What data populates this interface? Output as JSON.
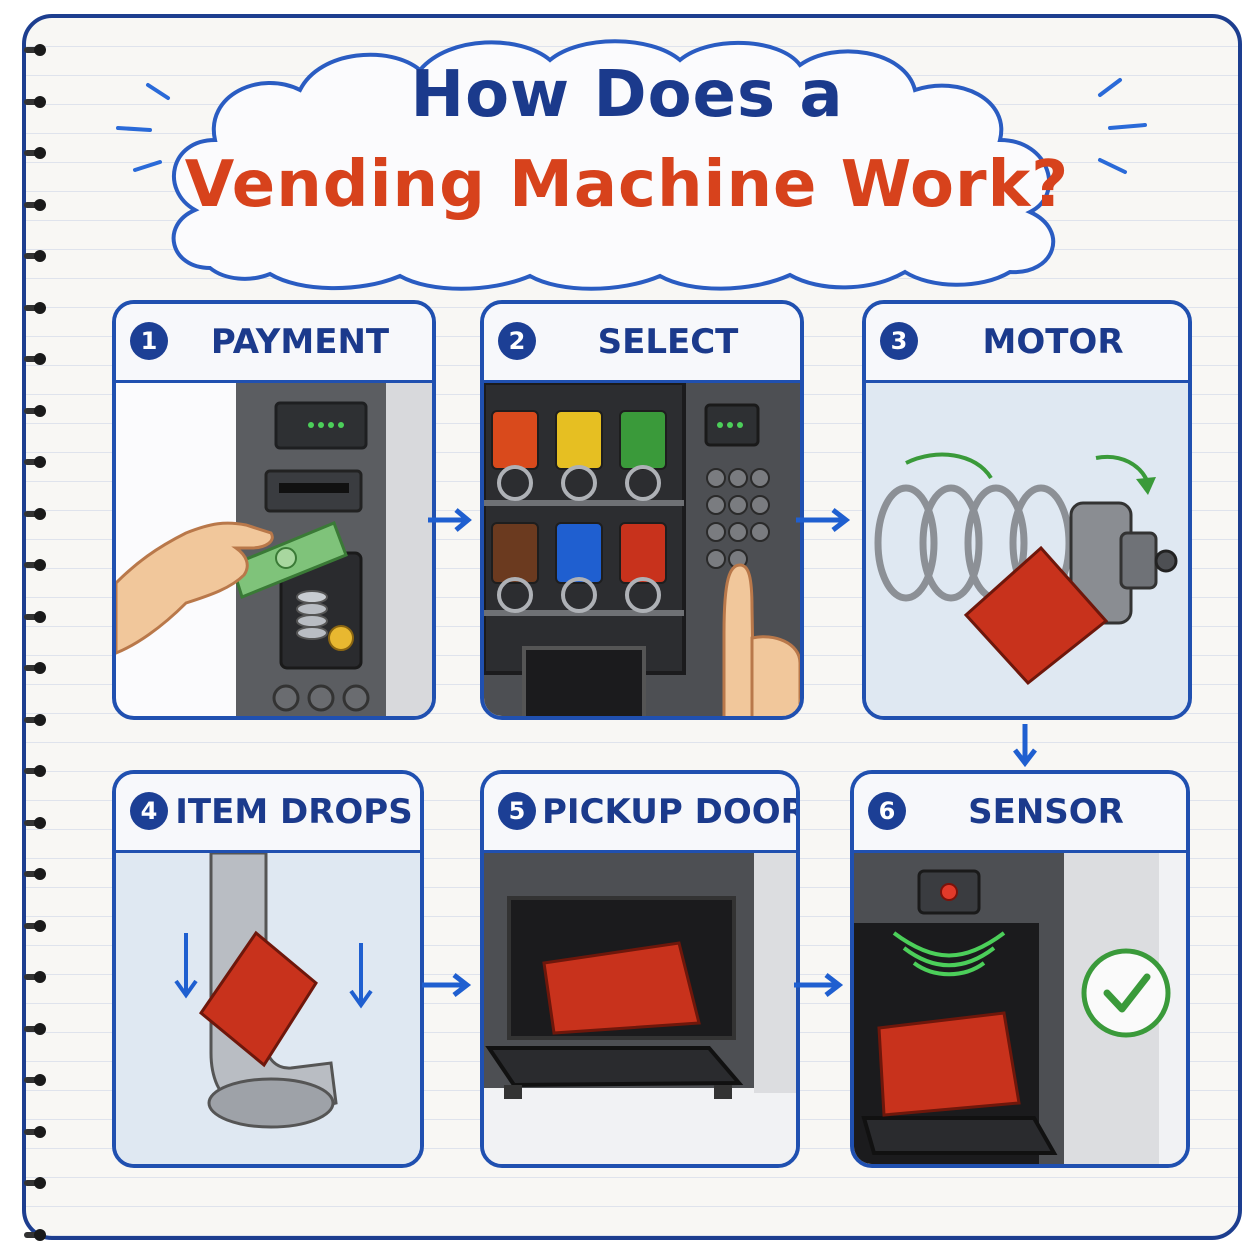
{
  "title": {
    "line1": "How Does a",
    "line2": "Vending Machine Work?"
  },
  "steps": [
    {
      "number": "1",
      "label": "PAYMENT"
    },
    {
      "number": "2",
      "label": "SELECT"
    },
    {
      "number": "3",
      "label": "MOTOR"
    },
    {
      "number": "4",
      "label": "ITEM DROPS"
    },
    {
      "number": "5",
      "label": "PICKUP DOOR"
    },
    {
      "number": "6",
      "label": "SENSOR"
    }
  ],
  "colors": {
    "border": "#2050b0",
    "title_blue": "#1b3a8c",
    "title_red": "#d7421c",
    "arrow": "#1f5fd0",
    "snack_red": "#c8321c",
    "check_green": "#3a9a3a"
  }
}
